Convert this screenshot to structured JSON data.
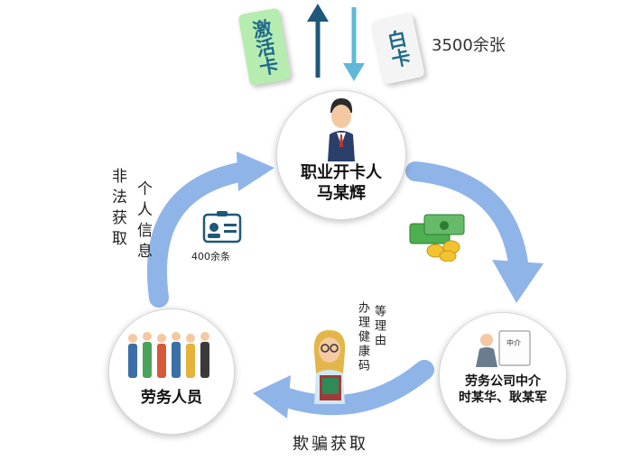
{
  "cards": {
    "activated": "激活卡",
    "blank": "白卡",
    "blank_count": "3500余张"
  },
  "nodes": {
    "top": {
      "line1": "职业开卡人",
      "line2": "马某辉"
    },
    "left": {
      "line1": "劳务人员"
    },
    "right": {
      "line1": "劳务公司中介",
      "line2": "时某华、耿某军"
    }
  },
  "edges": {
    "left_to_top_col1": "非法获取",
    "left_to_top_col2": "个人信息",
    "info_count": "400余条",
    "right_to_left": "欺骗获取",
    "phone_col1": "办理健康码",
    "phone_col2": "等理由"
  },
  "icon_texts": {
    "contract_small": "中介"
  },
  "colors": {
    "arrow": "#8fb4e8",
    "arrow_dark": "#1f5878",
    "green_card": "#b6ecb0"
  }
}
